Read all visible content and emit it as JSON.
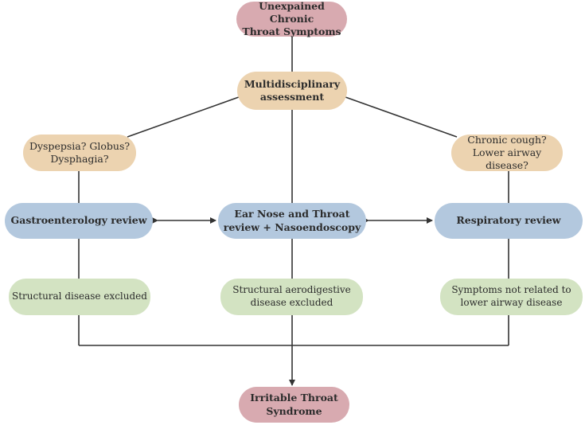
{
  "nodes": {
    "start": "Unexpained Chronic\nThroat Symptoms",
    "multidisciplinary": "Multidisciplinary\nassessment",
    "dyspepsia": "Dyspepsia? Globus?\nDysphagia?",
    "chronic_cough": "Chronic cough?\nLower airway disease?",
    "gastro_review": "Gastroenterology review",
    "ent_review": "Ear Nose and Throat\nreview + Nasoendoscopy",
    "respiratory_review": "Respiratory review",
    "structural_excluded": "Structural disease excluded",
    "aerodigestive_excluded": "Structural aerodigestive\ndisease excluded",
    "symptoms_not_related": "Symptoms not related to\nlower airway disease",
    "irritable_throat": "Irritable Throat\nSyndrome"
  },
  "colors": {
    "pink": "#d8aab0",
    "tan": "#ecd3b0",
    "blue": "#b3c8de",
    "green": "#d3e3c2",
    "line": "#333333"
  }
}
